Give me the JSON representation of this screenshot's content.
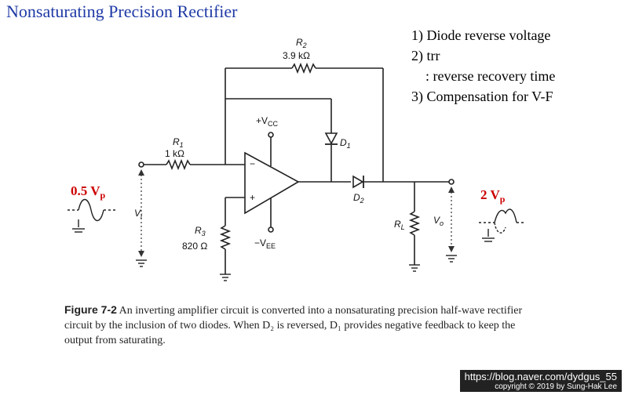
{
  "title": "Nonsaturating Precision Rectifier",
  "notes": [
    "1)  Diode reverse voltage",
    "2)   trr",
    ": reverse recovery time",
    "3) Compensation for V-F"
  ],
  "circuit": {
    "r2_name": "R",
    "r2_sub": "2",
    "r2_value": "3.9 kΩ",
    "r1_name": "R",
    "r1_sub": "1",
    "r1_value": "1 kΩ",
    "r3_name": "R",
    "r3_sub": "3",
    "r3_value": "820 Ω",
    "rl_name": "R",
    "rl_sub": "L",
    "vcc_label": "+V",
    "vcc_sub": "CC",
    "vee_label": "−V",
    "vee_sub": "EE",
    "d1_name": "D",
    "d1_sub": "1",
    "d2_name": "D",
    "d2_sub": "2",
    "vi_name": "V",
    "vi_sub": "i",
    "vo_name": "V",
    "vo_sub": "o",
    "minus_sign": "−",
    "plus_sign": "+",
    "input_amp": "0.5 V",
    "input_amp_sub": "p",
    "output_amp": "2 V",
    "output_amp_sub": "p"
  },
  "caption": {
    "label": "Figure 7-2",
    "text": "An inverting amplifier circuit is converted into a nonsaturating precision half-wave rectifier circuit by the inclusion of two diodes. When D₂ is reversed, D₁ provides negative feedback to keep the output from saturating."
  },
  "watermark": {
    "url": "https://blog.naver.com/dydgus_55",
    "copyright": "copyright © 2019 by Sung-Hak Lee"
  }
}
